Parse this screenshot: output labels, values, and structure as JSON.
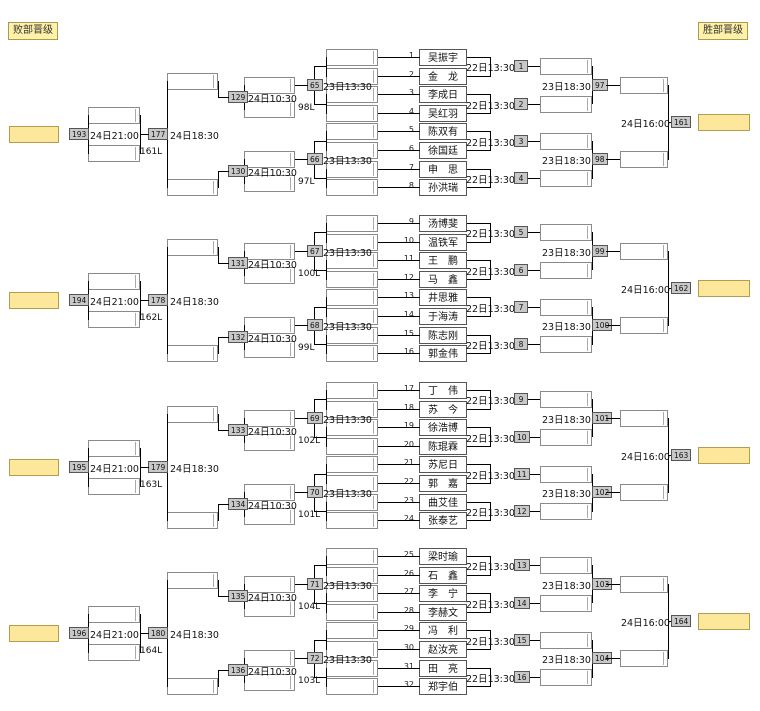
{
  "headers": {
    "losers": "败部晋级",
    "winners": "胜部晋级"
  },
  "players": [
    "吴振宇",
    "金　龙",
    "李成日",
    "吴红羽",
    "陈双有",
    "徐国廷",
    "申　思",
    "孙洪瑞",
    "汤博斐",
    "温铁军",
    "王　鹏",
    "马　鑫",
    "井思雅",
    "于海涛",
    "陈志刚",
    "郭金伟",
    "丁　伟",
    "苏　今",
    "徐浩博",
    "陈琨霖",
    "苏尼日",
    "郭　嘉",
    "曲艾佳",
    "张泰艺",
    "梁时瑜",
    "石　鑫",
    "李　宁",
    "李赫文",
    "冯　利",
    "赵汝亮",
    "田　亮",
    "郑宇伯"
  ],
  "times": {
    "r1": "22日13:30",
    "wr2": "23日18:30",
    "wf": "24日16:00",
    "lr1": "23日13:30",
    "lr2": "24日10:30",
    "lr3": "24日18:30",
    "lr4": "24日21:00"
  },
  "groups": [
    {
      "r1": [
        "1",
        "2",
        "3",
        "4"
      ],
      "wr2": [
        "97",
        "98"
      ],
      "wf": "161",
      "lr1": [
        "65",
        "66"
      ],
      "lr2": [
        "129",
        "130"
      ],
      "lr2_losers": [
        "98L",
        "97L"
      ],
      "lr3": "177",
      "lr3_loser": "161L",
      "lr4": "193"
    },
    {
      "r1": [
        "5",
        "6",
        "7",
        "8"
      ],
      "wr2": [
        "99",
        "100"
      ],
      "wf": "162",
      "lr1": [
        "67",
        "68"
      ],
      "lr2": [
        "131",
        "132"
      ],
      "lr2_losers": [
        "100L",
        "99L"
      ],
      "lr3": "178",
      "lr3_loser": "162L",
      "lr4": "194"
    },
    {
      "r1": [
        "9",
        "10",
        "11",
        "12"
      ],
      "wr2": [
        "101",
        "102"
      ],
      "wf": "163",
      "lr1": [
        "69",
        "70"
      ],
      "lr2": [
        "133",
        "134"
      ],
      "lr2_losers": [
        "102L",
        "101L"
      ],
      "lr3": "179",
      "lr3_loser": "163L",
      "lr4": "195"
    },
    {
      "r1": [
        "13",
        "14",
        "15",
        "16"
      ],
      "wr2": [
        "103",
        "104"
      ],
      "wf": "164",
      "lr1": [
        "71",
        "72"
      ],
      "lr2": [
        "135",
        "136"
      ],
      "lr2_losers": [
        "104L",
        "103L"
      ],
      "lr3": "180",
      "lr3_loser": "164L",
      "lr4": "196"
    }
  ]
}
